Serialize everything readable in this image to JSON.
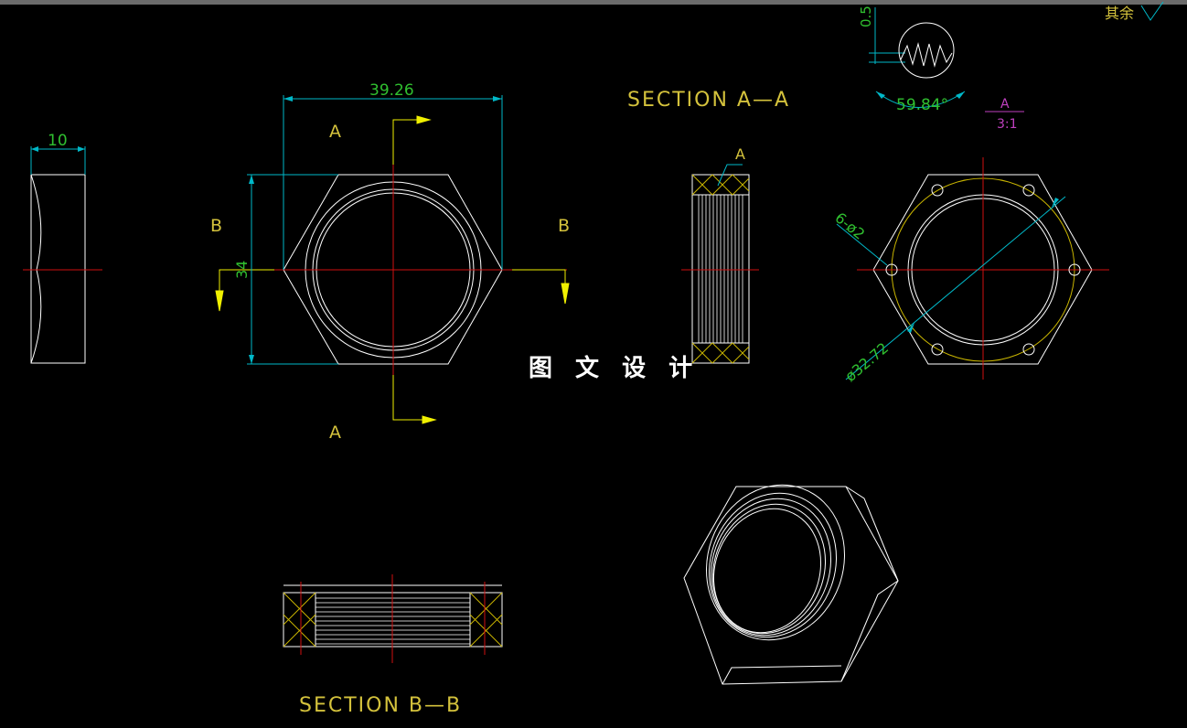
{
  "drawing": {
    "colors": {
      "outline": "#ffffff",
      "hatch": "#c8b400",
      "centerline": "#d01010",
      "dimension": "#00b8c8",
      "dim_text": "#30c030",
      "label": "#d4c23c",
      "arrow": "#f0f000",
      "detail_label": "#c040c0"
    },
    "dims": {
      "width_label": "39.26",
      "height_label": "34",
      "thickness_label": "10",
      "hole_pattern_label": "6-ø2",
      "bolt_circle_label": "ø32.72",
      "angle_label": "59.84°",
      "pitch_label": "0.5"
    },
    "section_markers": {
      "a_top": "A",
      "a_bottom": "A",
      "b_left": "B",
      "b_right": "B",
      "detail_callout": "A"
    },
    "titles": {
      "section_aa": "SECTION A—A",
      "section_bb": "SECTION B—B",
      "detail_name": "A",
      "detail_scale": "3:1",
      "roughness_note": "其余"
    },
    "watermark": "图 文 设 计"
  }
}
